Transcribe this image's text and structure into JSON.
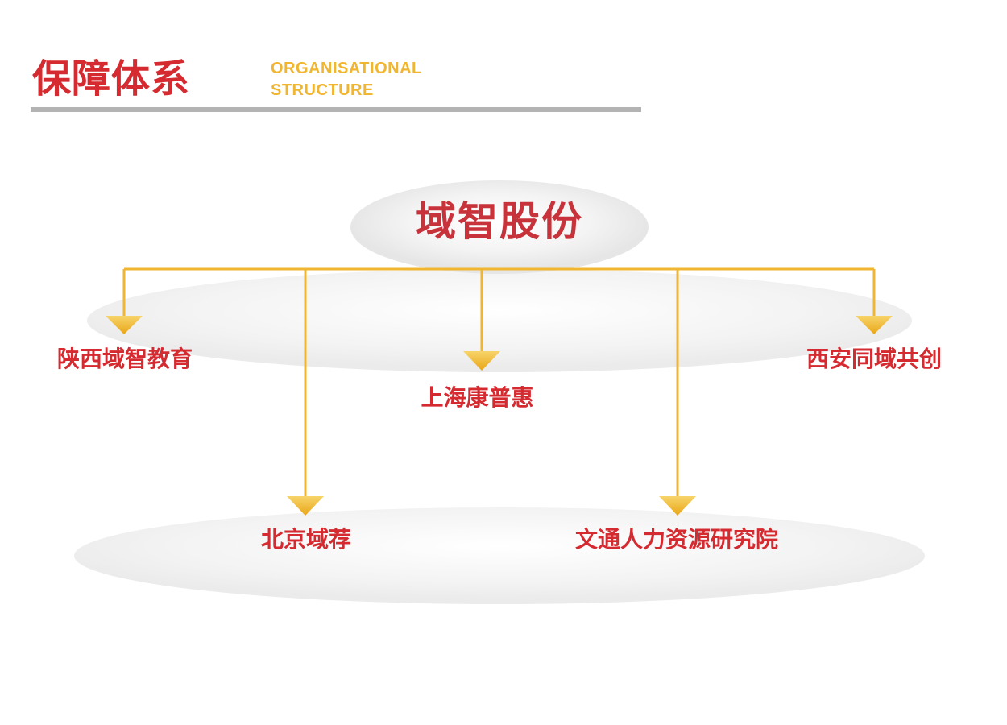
{
  "header": {
    "title_cn": "保障体系",
    "title_en_line1": "ORGANISATIONAL",
    "title_en_line2": "STRUCTURE"
  },
  "colors": {
    "title_red": "#d42a30",
    "root_red": "#c8323a",
    "accent_gold": "#f1b631",
    "rule_gray": "#b3b3b3"
  },
  "org": {
    "root": "域智股份",
    "children": [
      "陕西域智教育",
      "上海康普惠",
      "西安同域共创",
      "北京域荐",
      "文通人力资源研究院"
    ]
  }
}
